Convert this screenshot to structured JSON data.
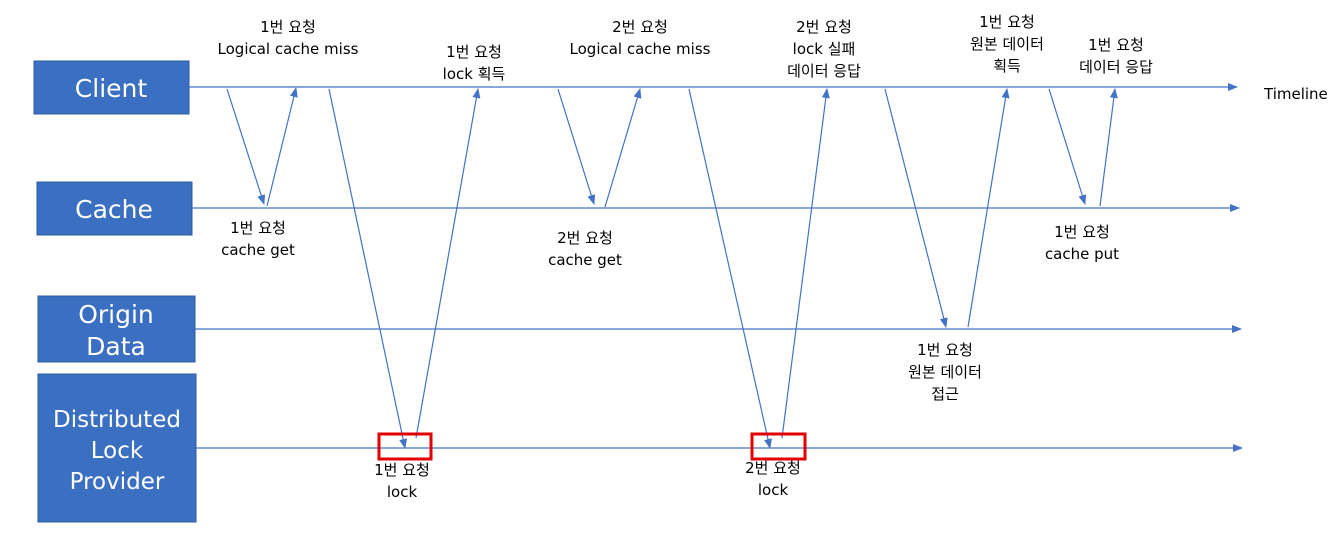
{
  "lanes": [
    {
      "id": "client",
      "lines": [
        "Client"
      ]
    },
    {
      "id": "cache",
      "lines": [
        "Cache"
      ]
    },
    {
      "id": "origin",
      "lines": [
        "Origin",
        "Data"
      ]
    },
    {
      "id": "lock",
      "lines": [
        "Distributed",
        "Lock",
        "Provider"
      ]
    }
  ],
  "timeline_label": "Timeline",
  "notes": [
    {
      "id": "req1-logical-miss",
      "lines": [
        "1번 요청",
        "Logical cache miss"
      ]
    },
    {
      "id": "req1-lock-acquired",
      "lines": [
        "1번 요청",
        "lock 획득"
      ]
    },
    {
      "id": "req2-logical-miss",
      "lines": [
        "2번 요청",
        "Logical cache miss"
      ]
    },
    {
      "id": "req2-lock-failed",
      "lines": [
        "2번 요청",
        "lock 실패",
        "데이터 응답"
      ]
    },
    {
      "id": "req1-origin-acquired",
      "lines": [
        "1번 요청",
        "원본 데이터",
        "획득"
      ]
    },
    {
      "id": "req1-data-response",
      "lines": [
        "1번 요청",
        "데이터 응답"
      ]
    },
    {
      "id": "req1-cache-get",
      "lines": [
        "1번 요청",
        "cache get"
      ]
    },
    {
      "id": "req2-cache-get",
      "lines": [
        "2번 요청",
        "cache get"
      ]
    },
    {
      "id": "req1-cache-put",
      "lines": [
        "1번 요청",
        "cache put"
      ]
    },
    {
      "id": "req1-origin-access",
      "lines": [
        "1번 요청",
        "원본 데이터",
        "접근"
      ]
    },
    {
      "id": "req1-lock",
      "lines": [
        "1번 요청",
        "lock"
      ]
    },
    {
      "id": "req2-lock",
      "lines": [
        "2번 요청",
        "lock"
      ]
    }
  ],
  "colors": {
    "lane_fill": "#3a6fc1",
    "line": "#4472c4",
    "lock_highlight": "#e00000",
    "text": "#000000",
    "lane_text": "#ffffff"
  }
}
